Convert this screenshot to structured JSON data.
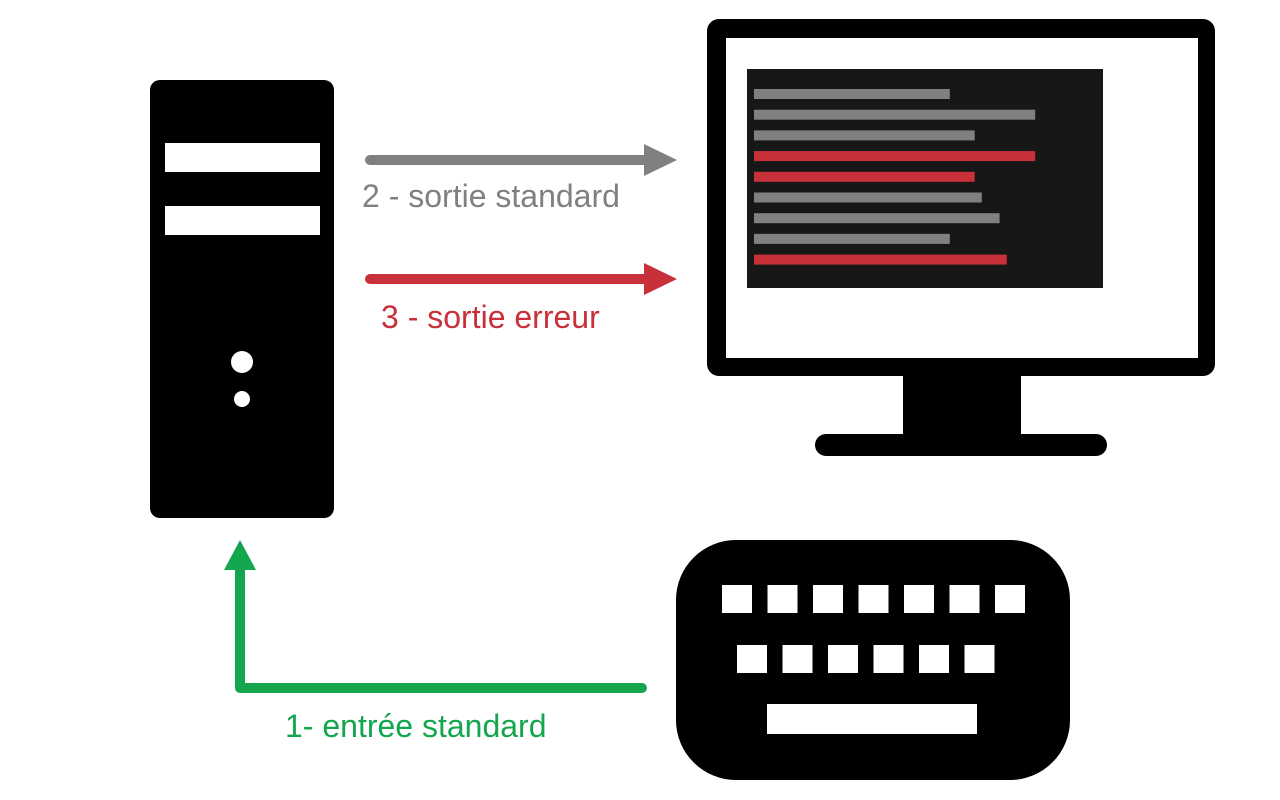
{
  "labels": {
    "stdout": "2 - sortie standard",
    "stderr": "3 - sortie erreur",
    "stdin": "1- entrée standard"
  },
  "colors": {
    "stdout": "#808080",
    "stderr": "#c8313a",
    "stdin": "#14a64f",
    "device": "#000000",
    "terminal_bg": "#171717"
  },
  "icons": {
    "computer": "computer-tower-icon",
    "monitor": "monitor-icon",
    "keyboard": "keyboard-icon"
  },
  "terminal_lines": [
    {
      "kind": "stdout",
      "fraction": 0.55
    },
    {
      "kind": "stdout",
      "fraction": 0.79
    },
    {
      "kind": "stdout",
      "fraction": 0.62
    },
    {
      "kind": "stderr",
      "fraction": 0.79
    },
    {
      "kind": "stderr",
      "fraction": 0.62
    },
    {
      "kind": "stdout",
      "fraction": 0.64
    },
    {
      "kind": "stdout",
      "fraction": 0.69
    },
    {
      "kind": "stdout",
      "fraction": 0.55
    },
    {
      "kind": "stderr",
      "fraction": 0.71
    }
  ]
}
